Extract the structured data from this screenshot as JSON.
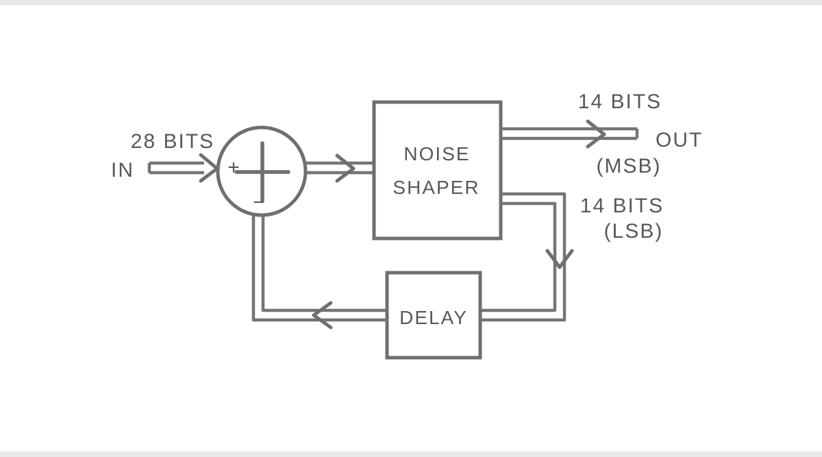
{
  "diagram": {
    "title": "noise-shaper-block-diagram",
    "input": {
      "bus_label": "28 BITS",
      "port_label": "IN"
    },
    "summing_junction": {
      "plus_label": "+",
      "minus_label": "−"
    },
    "noise_shaper": {
      "line1": "NOISE",
      "line2": "SHAPER"
    },
    "delay": {
      "label": "DELAY"
    },
    "msb_output": {
      "bits_label": "14 BITS",
      "port_label": "OUT",
      "sub_label": "(MSB)"
    },
    "lsb_output": {
      "bits_label": "14 BITS",
      "sub_label": "(LSB)"
    },
    "colors": {
      "stroke": "#757575",
      "text": "#585858",
      "background": "#ffffff"
    }
  }
}
